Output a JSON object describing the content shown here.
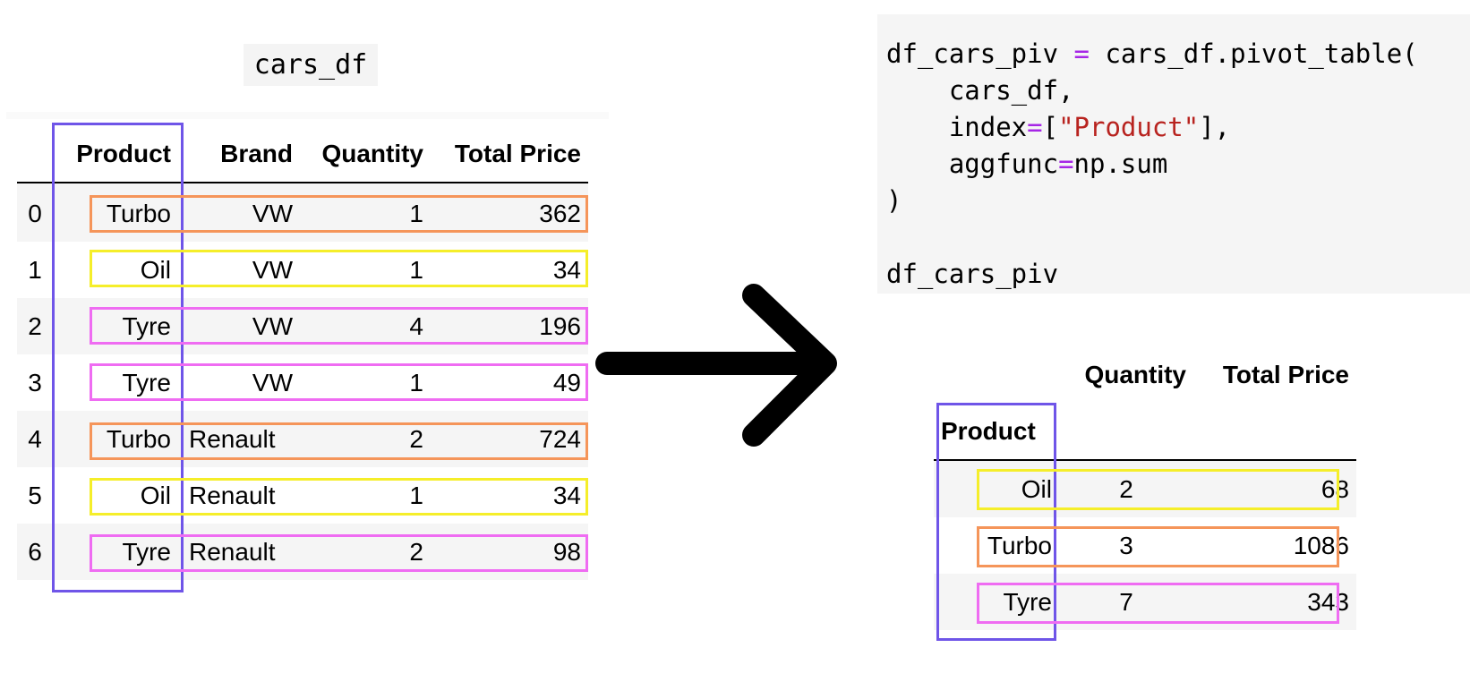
{
  "left": {
    "caption": "cars_df",
    "columns": [
      "",
      "Product",
      "Brand",
      "Quantity",
      "Total Price"
    ],
    "rows": [
      {
        "index": "0",
        "product": "Turbo",
        "brand": "VW",
        "quantity": "1",
        "total_price": "362"
      },
      {
        "index": "1",
        "product": "Oil",
        "brand": "VW",
        "quantity": "1",
        "total_price": "34"
      },
      {
        "index": "2",
        "product": "Tyre",
        "brand": "VW",
        "quantity": "4",
        "total_price": "196"
      },
      {
        "index": "3",
        "product": "Tyre",
        "brand": "VW",
        "quantity": "1",
        "total_price": "49"
      },
      {
        "index": "4",
        "product": "Turbo",
        "brand": "Renault",
        "quantity": "2",
        "total_price": "724"
      },
      {
        "index": "5",
        "product": "Oil",
        "brand": "Renault",
        "quantity": "1",
        "total_price": "34"
      },
      {
        "index": "6",
        "product": "Tyre",
        "brand": "Renault",
        "quantity": "2",
        "total_price": "98"
      }
    ]
  },
  "code": {
    "line1_a": "df_cars_piv ",
    "line1_op": "=",
    "line1_b": " cars_df.pivot_table(",
    "line2": "    cars_df,",
    "line3_a": "    index",
    "line3_op": "=",
    "line3_b": "[",
    "line3_str": "\"Product\"",
    "line3_c": "],",
    "line4_a": "    aggfunc",
    "line4_op": "=",
    "line4_b": "np.sum",
    "line5": ")",
    "line7": "df_cars_piv"
  },
  "pivot": {
    "columns": [
      "Quantity",
      "Total Price"
    ],
    "index_name": "Product",
    "rows": [
      {
        "product": "Oil",
        "quantity": "2",
        "total_price": "68"
      },
      {
        "product": "Turbo",
        "quantity": "3",
        "total_price": "1086"
      },
      {
        "product": "Tyre",
        "quantity": "7",
        "total_price": "343"
      }
    ]
  },
  "colors": {
    "product_column": "#6f55e8",
    "turbo": "#f5955a",
    "oil": "#f5ee2a",
    "tyre": "#ef6cf2",
    "arrow": "#000000"
  }
}
